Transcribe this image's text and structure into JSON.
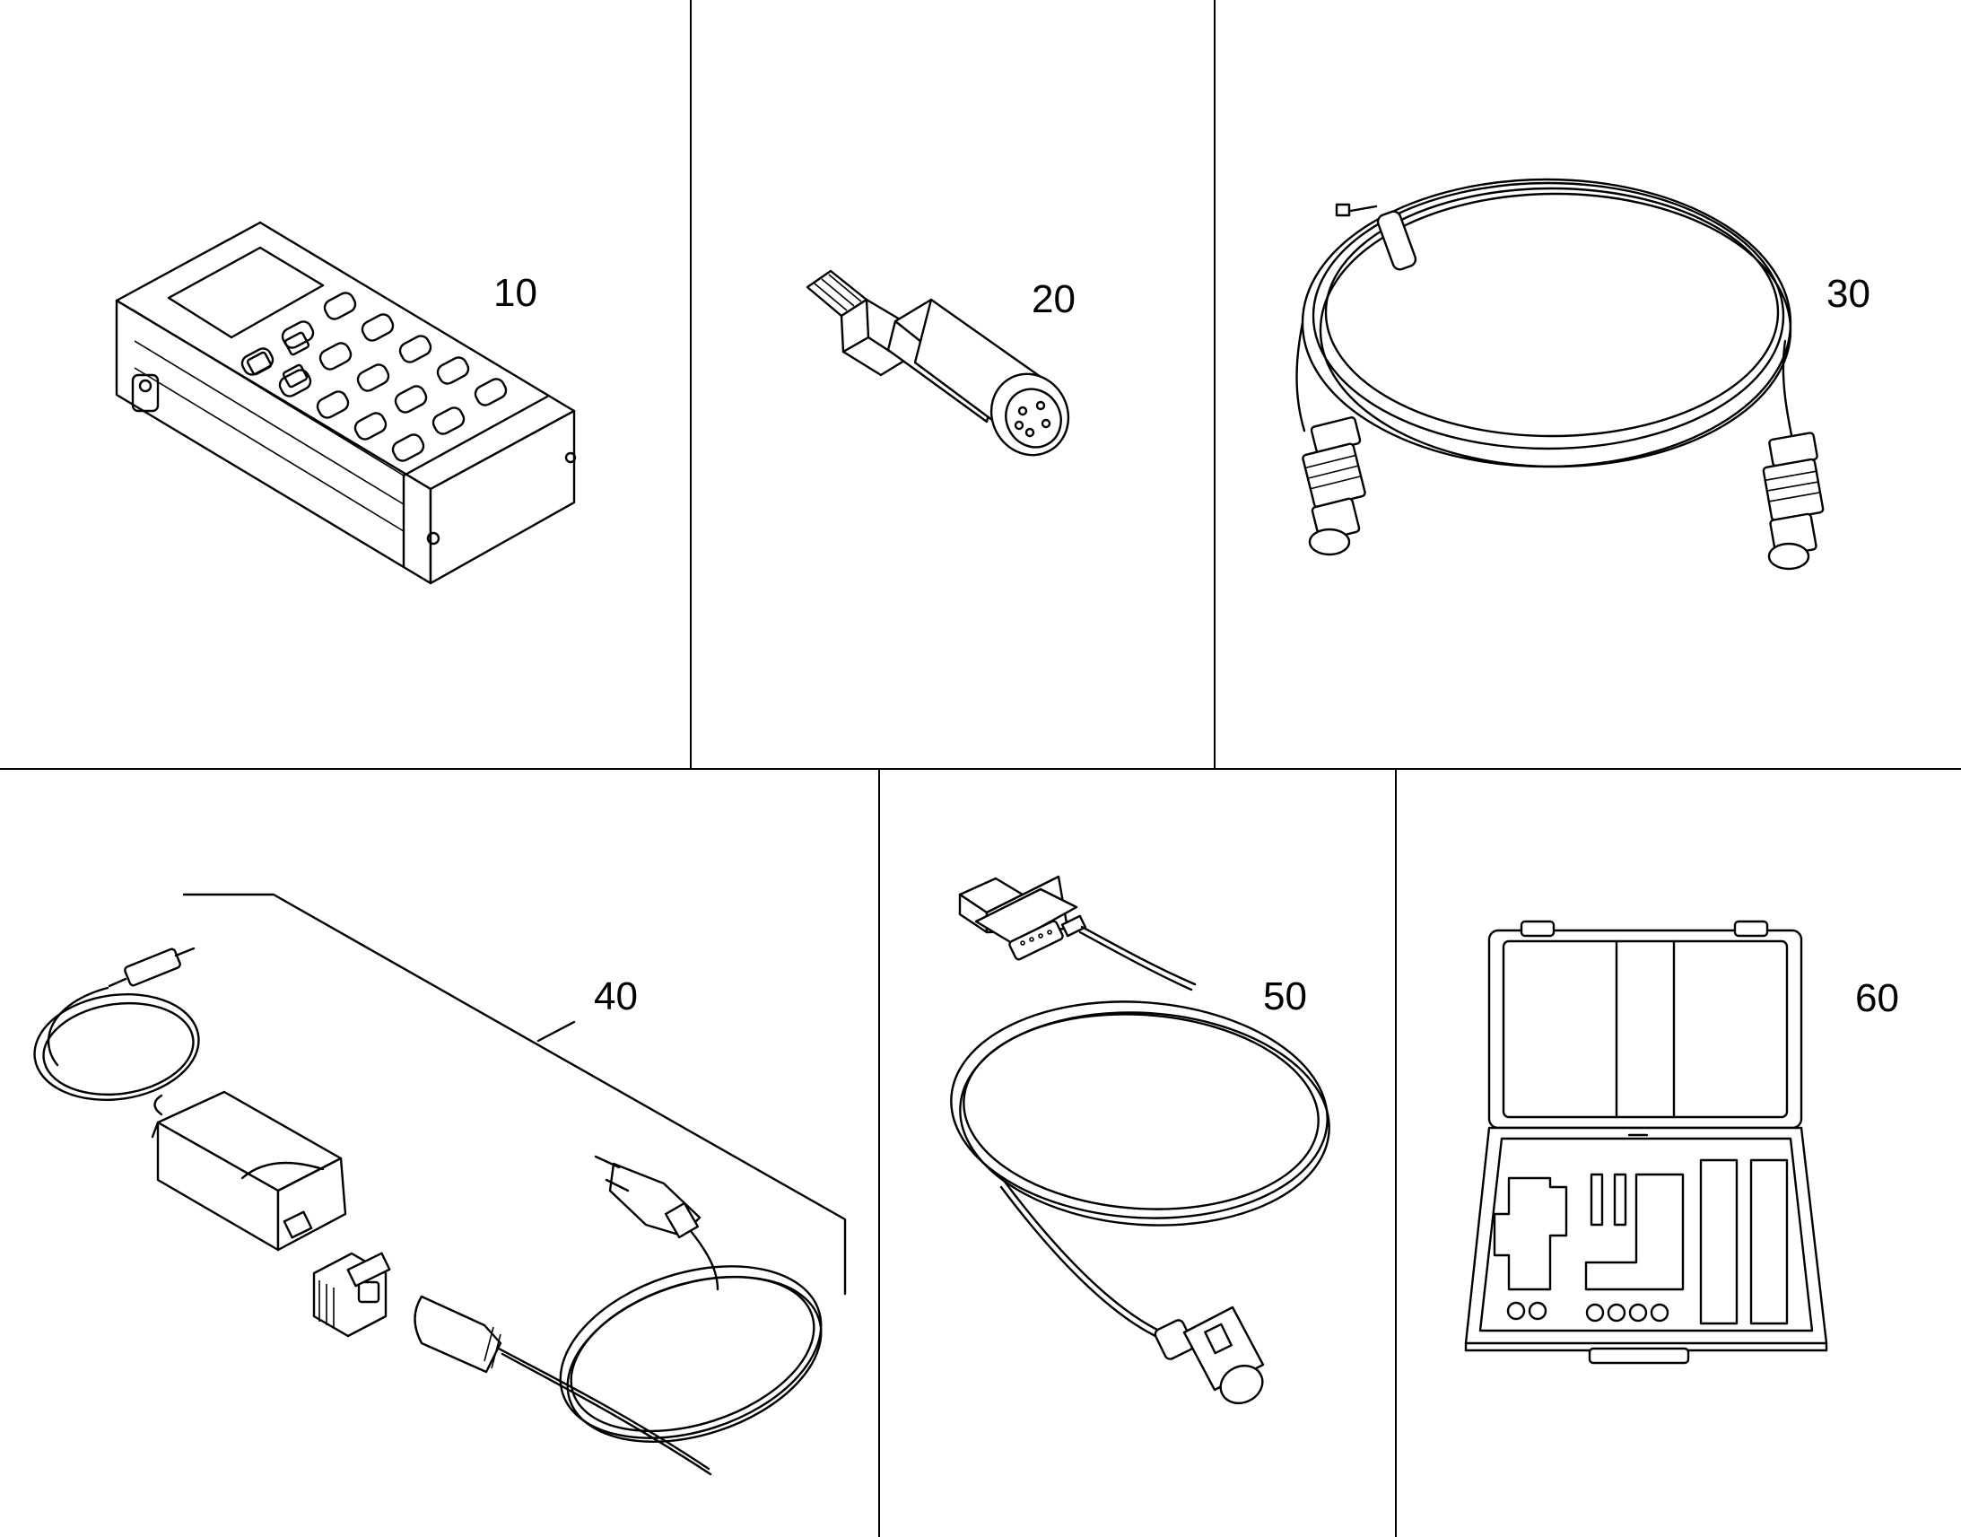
{
  "items": [
    {
      "label": "10",
      "part": "handheld-meter"
    },
    {
      "label": "20",
      "part": "pressure-sensor"
    },
    {
      "label": "30",
      "part": "measuring-cable"
    },
    {
      "label": "40",
      "part": "power-supply-set"
    },
    {
      "label": "50",
      "part": "serial-data-cable"
    },
    {
      "label": "60",
      "part": "carrying-case"
    }
  ],
  "colors": {
    "line": "#000000",
    "background": "#ffffff"
  }
}
